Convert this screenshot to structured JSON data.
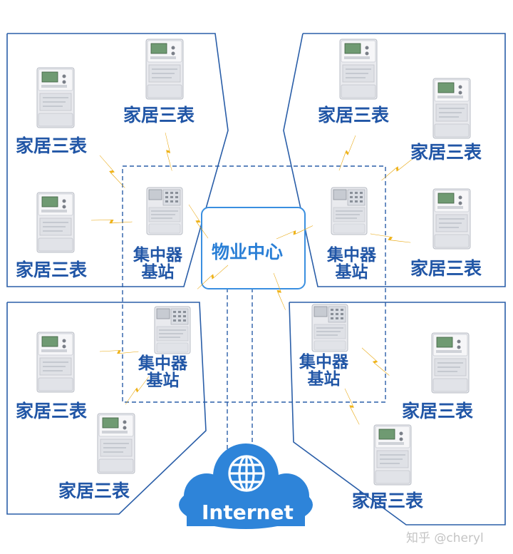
{
  "diagram": {
    "center_label": "物业中心",
    "hub_labels": [
      "集中器\n基站",
      "集中器\n基站",
      "集中器\n基站",
      "集中器\n基站"
    ],
    "meter_label": "家居三表",
    "cloud_label": "Internet",
    "watermark": "知乎 @cheryl",
    "colors": {
      "line": "#2a5ea8",
      "text": "#2156a6",
      "center_box": "#3a8fe0",
      "cloud": "#2e84d9",
      "bolt": "#f2b818",
      "meter_body": "#ecedf0",
      "meter_screen": "#6f9a72"
    }
  }
}
